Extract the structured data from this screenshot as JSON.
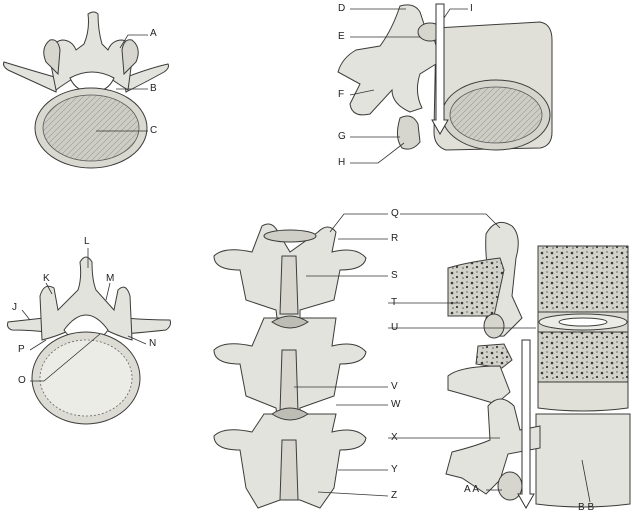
{
  "labels": {
    "A": "A",
    "B": "B",
    "C": "C",
    "D": "D",
    "E": "E",
    "F": "F",
    "G": "G",
    "H": "H",
    "I": "I",
    "J": "J",
    "K": "K",
    "L": "L",
    "M": "M",
    "N": "N",
    "O": "O",
    "P": "P",
    "Q": "Q",
    "R": "R",
    "S": "S",
    "T": "T",
    "U": "U",
    "V": "V",
    "W": "W",
    "X": "X",
    "Y": "Y",
    "Z": "Z",
    "AA": "A A",
    "BB": "B B"
  },
  "colors": {
    "bone": "#e3e3dd",
    "bone_shadow": "#b9b9b2",
    "bone_outline": "#3c3c3a",
    "spongy": "#cfcfc6",
    "pore": "#2f2f2d",
    "leader": "#333333"
  }
}
